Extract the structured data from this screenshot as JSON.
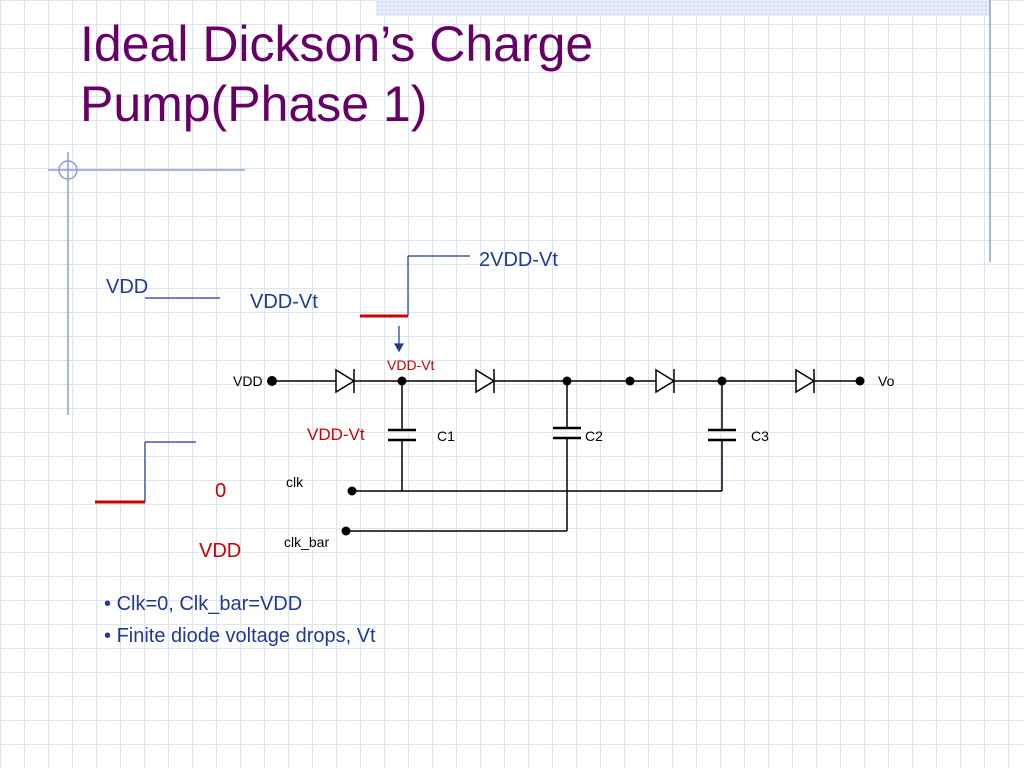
{
  "title": "Ideal Dickson’s Charge\nPump(Phase 1)",
  "waveform_labels": {
    "vdd_top": "VDD",
    "vdd_vt_top": "VDD-Vt",
    "two_vdd_vt": "2VDD-Vt",
    "zero": "0",
    "vdd_bottom": "VDD"
  },
  "circuit_labels": {
    "vdd_input": "VDD",
    "vo_output": "Vo",
    "node_vdd_vt": "VDD-Vt",
    "cap1_voltage": "VDD-Vt",
    "c1": "C1",
    "c2": "C2",
    "c3": "C3",
    "clk": "clk",
    "clk_bar": "clk_bar"
  },
  "bullets": [
    "Clk=0, Clk_bar=VDD",
    "Finite diode voltage drops, Vt"
  ],
  "colors": {
    "title": "#660066",
    "text_blue": "#1f3a93",
    "red": "#cc0000",
    "accent_line": "#8aa0d0"
  }
}
